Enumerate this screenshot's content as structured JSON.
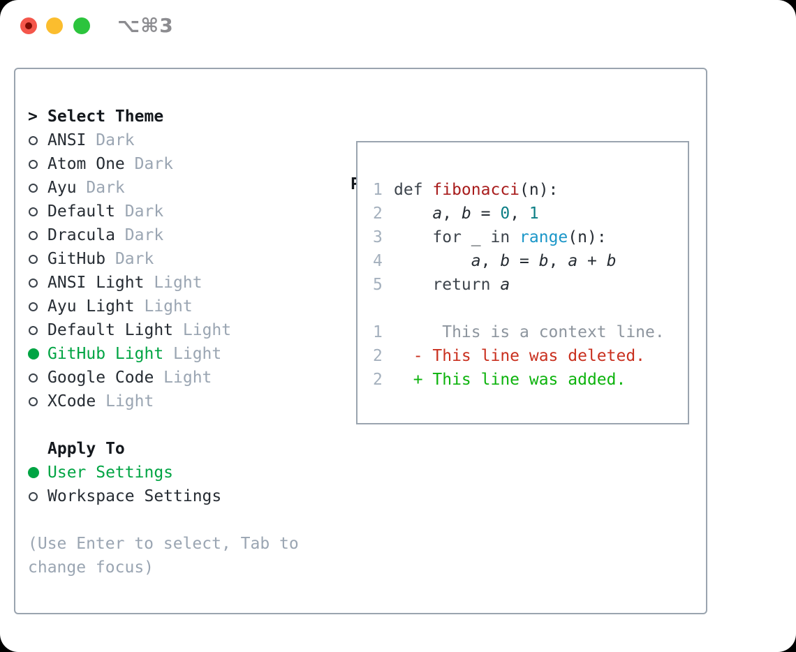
{
  "window": {
    "shortcut": "⌥⌘3",
    "traffic_lights": [
      "close",
      "minimize",
      "zoom"
    ]
  },
  "colors": {
    "accent_green": "#00a443",
    "added_green": "#0db30d",
    "deleted_red": "#c9301f",
    "function_red": "#a81c1c",
    "number_teal": "#0b7e85",
    "call_blue": "#1a96c8",
    "muted_gray": "#9aa5b2",
    "text_dark": "#262c33",
    "panel_border": "#9aa4af",
    "traffic_red": "#f4564b",
    "traffic_yellow": "#fbbd2e",
    "traffic_green": "#2cc43d"
  },
  "theme_panel": {
    "cursor": ">",
    "title": "Select Theme",
    "themes": [
      {
        "name": "ANSI",
        "variant": "Dark",
        "selected": false
      },
      {
        "name": "Atom One",
        "variant": "Dark",
        "selected": false
      },
      {
        "name": "Ayu",
        "variant": "Dark",
        "selected": false
      },
      {
        "name": "Default",
        "variant": "Dark",
        "selected": false
      },
      {
        "name": "Dracula",
        "variant": "Dark",
        "selected": false
      },
      {
        "name": "GitHub",
        "variant": "Dark",
        "selected": false
      },
      {
        "name": "ANSI Light",
        "variant": "Light",
        "selected": false
      },
      {
        "name": "Ayu Light",
        "variant": "Light",
        "selected": false
      },
      {
        "name": "Default Light",
        "variant": "Light",
        "selected": false
      },
      {
        "name": "GitHub Light",
        "variant": "Light",
        "selected": true
      },
      {
        "name": "Google Code",
        "variant": "Light",
        "selected": false
      },
      {
        "name": "XCode",
        "variant": "Light",
        "selected": false
      }
    ],
    "apply_to": {
      "label": "Apply To",
      "options": [
        {
          "label": "User Settings",
          "selected": true
        },
        {
          "label": "Workspace Settings",
          "selected": false
        }
      ]
    },
    "hint_lines": [
      "(Use Enter to select, Tab to",
      "change focus)"
    ]
  },
  "preview": {
    "title": "Preview",
    "code_lines": [
      {
        "num": "1",
        "tokens": [
          {
            "t": "def ",
            "s": "kw"
          },
          {
            "t": "fibonacci",
            "s": "fn"
          },
          {
            "t": "(n):",
            "s": "p"
          }
        ]
      },
      {
        "num": "2",
        "tokens": [
          {
            "t": "    ",
            "s": "p"
          },
          {
            "t": "a",
            "s": "v"
          },
          {
            "t": ", ",
            "s": "p"
          },
          {
            "t": "b",
            "s": "v"
          },
          {
            "t": " = ",
            "s": "p"
          },
          {
            "t": "0",
            "s": "num"
          },
          {
            "t": ", ",
            "s": "p"
          },
          {
            "t": "1",
            "s": "num"
          }
        ]
      },
      {
        "num": "3",
        "tokens": [
          {
            "t": "    ",
            "s": "p"
          },
          {
            "t": "for",
            "s": "kw"
          },
          {
            "t": " _ ",
            "s": "p"
          },
          {
            "t": "in",
            "s": "kw"
          },
          {
            "t": " ",
            "s": "p"
          },
          {
            "t": "range",
            "s": "call"
          },
          {
            "t": "(n):",
            "s": "p"
          }
        ]
      },
      {
        "num": "4",
        "tokens": [
          {
            "t": "        ",
            "s": "p"
          },
          {
            "t": "a",
            "s": "v"
          },
          {
            "t": ", ",
            "s": "p"
          },
          {
            "t": "b",
            "s": "v"
          },
          {
            "t": " = ",
            "s": "p"
          },
          {
            "t": "b",
            "s": "v"
          },
          {
            "t": ", ",
            "s": "p"
          },
          {
            "t": "a",
            "s": "v"
          },
          {
            "t": " + ",
            "s": "p"
          },
          {
            "t": "b",
            "s": "v"
          }
        ]
      },
      {
        "num": "5",
        "tokens": [
          {
            "t": "    ",
            "s": "p"
          },
          {
            "t": "return",
            "s": "kw"
          },
          {
            "t": " ",
            "s": "p"
          },
          {
            "t": "a",
            "s": "v"
          }
        ]
      }
    ],
    "diff_lines": [
      {
        "num": "1",
        "text": "     This is a context line.",
        "type": "context"
      },
      {
        "num": "2",
        "text": "  - This line was deleted.",
        "type": "deleted"
      },
      {
        "num": "2",
        "text": "  + This line was added.",
        "type": "added"
      }
    ]
  }
}
